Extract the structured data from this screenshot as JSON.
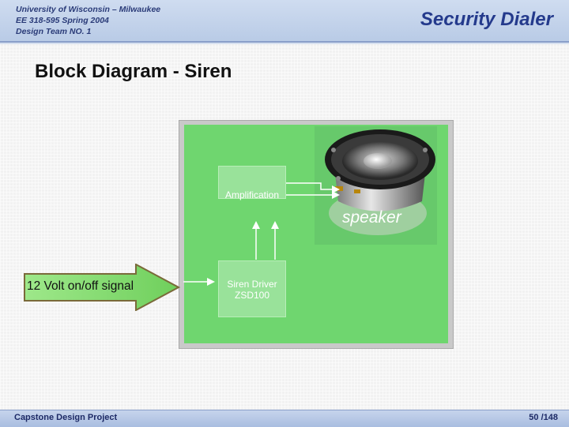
{
  "header": {
    "university": "University of Wisconsin – Milwaukee",
    "course": "EE 318-595 Spring 2004",
    "team": "Design Team NO. 1",
    "deck_title": "Security Dialer"
  },
  "slide": {
    "title": "Block Diagram - Siren"
  },
  "diagram": {
    "amplification_label": "Amplification",
    "driver_label_line1": "Siren Driver",
    "driver_label_line2": "ZSD100",
    "speaker_label": "speaker",
    "input_label": "12 Volt on/off signal"
  },
  "footer": {
    "left_text": "Capstone Design Project",
    "page_counter": "50 /148"
  }
}
